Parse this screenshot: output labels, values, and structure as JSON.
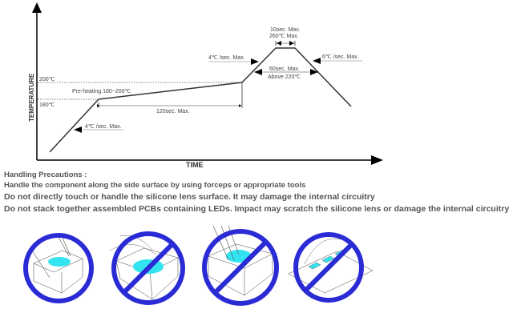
{
  "chart": {
    "x_label": "TIME",
    "y_label": "TEMPERATURE",
    "temp_200": "200℃",
    "temp_180": "180℃",
    "preheat": "Pre-heating 180~200℃",
    "preheat_time": "120sec. Max.",
    "ramp_up_1": "4℃ /sec. Max.",
    "ramp_up_2": "4℃ /sec. Max.",
    "peak_time": "10sec. Max.",
    "peak_temp": "260℃ Max.",
    "reflow_time": "60sec. Max.",
    "reflow_temp": "Above 220℃",
    "ramp_down": "6℃ /sec. Max."
  },
  "precautions": {
    "title": "Handling Precautions :",
    "lines": [
      "Handle the component along the side surface by using forceps or appropriate tools",
      "Do not directly touch or handle the silicone lens surface. It may damage the internal circuitry",
      "Do not stack together assembled PCBs containing LEDs. Impact may scratch the silicone lens or damage the internal circuitry"
    ]
  },
  "colors": {
    "prohibit": "#2b2bd6",
    "lens": "#33e3f0"
  }
}
